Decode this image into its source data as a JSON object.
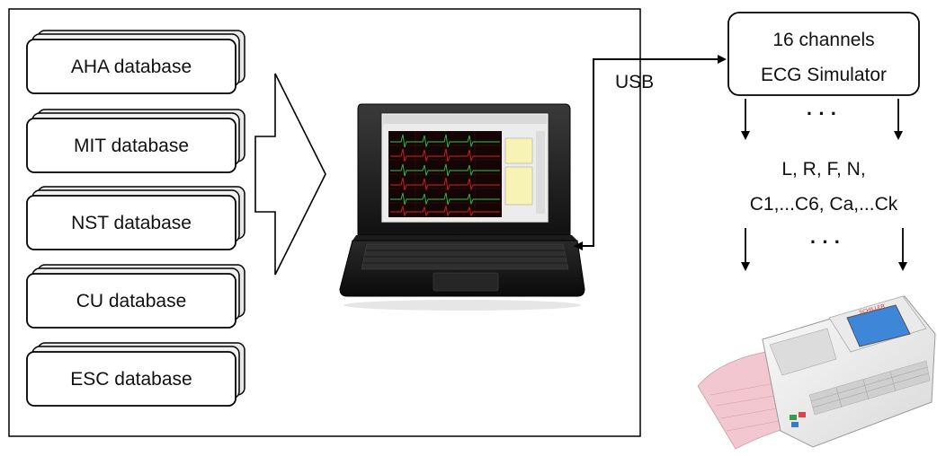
{
  "databases": [
    {
      "label": "AHA database"
    },
    {
      "label": "MIT database"
    },
    {
      "label": "NST database"
    },
    {
      "label": "CU database"
    },
    {
      "label": "ESC database"
    }
  ],
  "connection": {
    "label": "USB"
  },
  "simulator": {
    "line1": "16 channels",
    "line2": "ECG Simulator"
  },
  "leads": {
    "line1": "L, R, F, N,",
    "line2": "C1,...C6, Ca,...Ck"
  },
  "ellipsis": "·   ·   ·",
  "device_brand": "SCHILLER",
  "colors": {
    "stroke": "#000000",
    "background": "#ffffff",
    "trace_red": "#d22222",
    "trace_green": "#36c24a",
    "screen_blue": "#3d86d8",
    "paper_pink": "#f2c7cf"
  }
}
